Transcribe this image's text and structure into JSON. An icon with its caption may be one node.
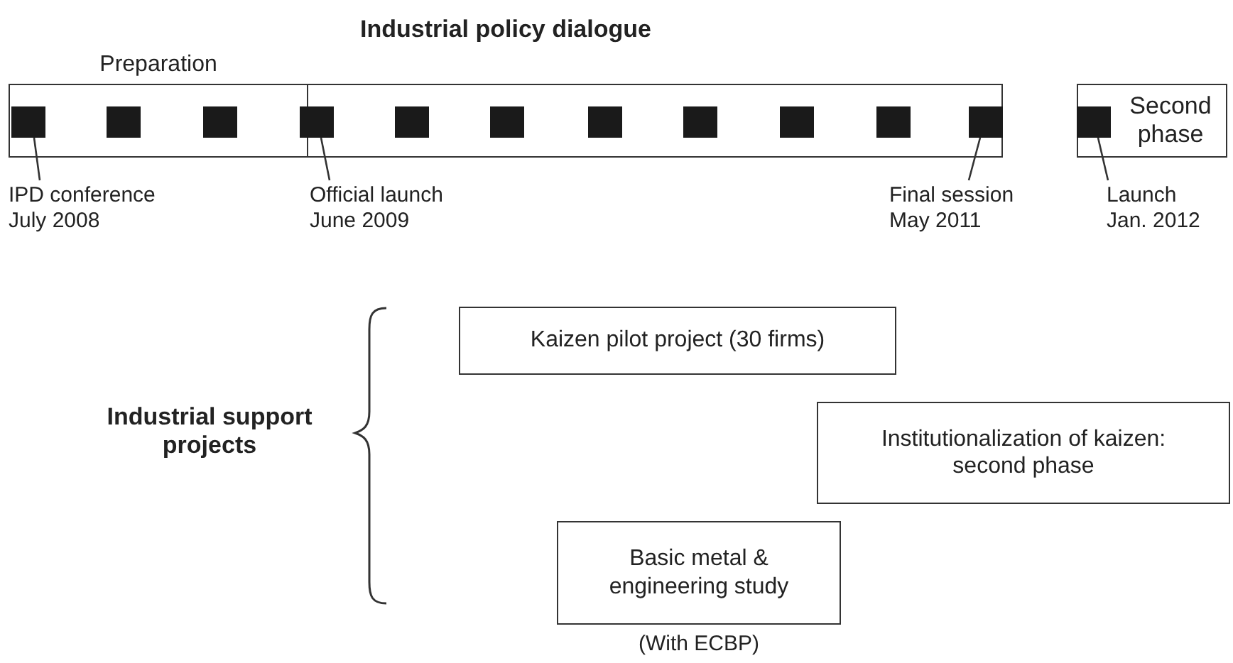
{
  "diagram": {
    "nodes": [
      {
        "text": [
          "Industrial policy dialogue"
        ]
      },
      {
        "text": [
          "Preparation"
        ],
        "in": 0
      },
      {
        "text": [],
        "shape": "box",
        "in": 1
      },
      {
        "text": [],
        "shape": "box",
        "in": 1
      },
      {
        "text": [],
        "shape": "box",
        "in": 1
      },
      {
        "text": [],
        "shape": "box",
        "in": 0
      },
      {
        "text": [],
        "shape": "box",
        "in": 0
      },
      {
        "text": [],
        "shape": "box",
        "in": 0
      },
      {
        "text": [],
        "shape": "box",
        "in": 0
      },
      {
        "text": [],
        "shape": "box",
        "in": 0
      },
      {
        "text": [],
        "shape": "box",
        "in": 0
      },
      {
        "text": [],
        "shape": "box",
        "in": 0
      },
      {
        "text": [],
        "shape": "box",
        "in": 0
      },
      {
        "text": [
          "Second phase"
        ]
      },
      {
        "text": [],
        "shape": "box",
        "in": 13
      },
      {
        "text": [
          "IPD conference July 2008"
        ]
      },
      {
        "text": [
          "Official launch June 2009"
        ]
      },
      {
        "text": [
          "Final session May 2011"
        ]
      },
      {
        "text": [
          "Launch Jan. 2012"
        ]
      },
      {
        "text": [
          "Kaizen pilot project (30 firms)"
        ]
      },
      {
        "text": [
          "Institutionalization of kaizen: second phase"
        ]
      },
      {
        "text": [
          "Basic metal & engineering study"
        ],
        "beside": [
          "(With ECBP)"
        ]
      }
    ],
    "edges": [
      {
        "from": 15,
        "to": 2,
        "arrow": "none"
      },
      {
        "from": 16,
        "to": 5,
        "arrow": "none"
      },
      {
        "from": 17,
        "to": 12,
        "arrow": "none"
      },
      {
        "from": 18,
        "to": 14,
        "arrow": "none"
      }
    ],
    "labels": [
      "Industrial support projects"
    ]
  }
}
